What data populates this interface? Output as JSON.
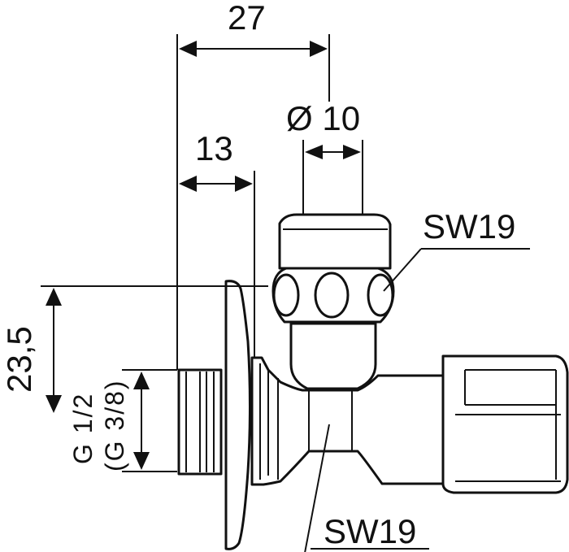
{
  "drawing": {
    "dim_overall_width": "27",
    "dim_bore_diameter": "Ø 10",
    "dim_inlet_length": "13",
    "dim_height": "23,5",
    "thread_size": "G 1/2",
    "thread_size_alt": "(G 3/8)",
    "wrench_size_top": "SW19",
    "wrench_size_bottom": "SW19"
  }
}
